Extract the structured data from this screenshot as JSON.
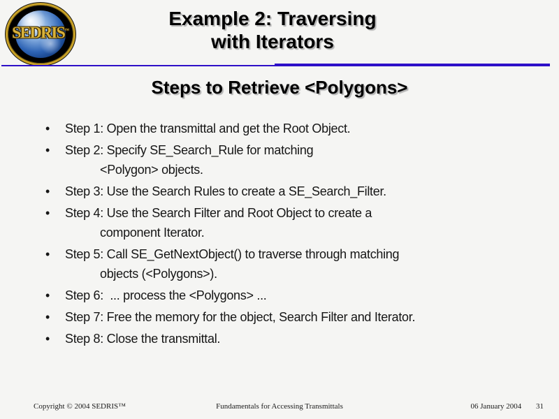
{
  "slide": {
    "background": "#f5f5f3",
    "accent_line_color": "#2e10c8"
  },
  "logo": {
    "text": "SEDRIS",
    "tm": "™"
  },
  "header": {
    "title_line1": "Example 2: Traversing",
    "title_line2": "with Iterators"
  },
  "content": {
    "heading": "Steps to Retrieve <Polygons>",
    "bullet_glyph": "•",
    "steps": [
      {
        "line1": "Step 1: Open the transmittal and get the Root Object."
      },
      {
        "line1": "Step 2: Specify SE_Search_Rule for matching",
        "line2": "<Polygon> objects."
      },
      {
        "line1": "Step 3: Use the Search Rules to create a SE_Search_Filter."
      },
      {
        "line1": "Step 4: Use the Search Filter and Root Object to create a",
        "line2": "component Iterator."
      },
      {
        "line1": "Step 5: Call SE_GetNextObject() to traverse through matching",
        "line2": "objects (<Polygons>)."
      },
      {
        "line1": "Step 6:  ... process the <Polygons> ..."
      },
      {
        "line1": "Step 7: Free the memory for the object, Search Filter and Iterator."
      },
      {
        "line1": "Step 8: Close the transmittal."
      }
    ]
  },
  "footer": {
    "copyright": "Copyright © 2004 SEDRIS™",
    "center": "Fundamentals for Accessing Transmittals",
    "date": "06 January 2004",
    "page_number": "31"
  }
}
